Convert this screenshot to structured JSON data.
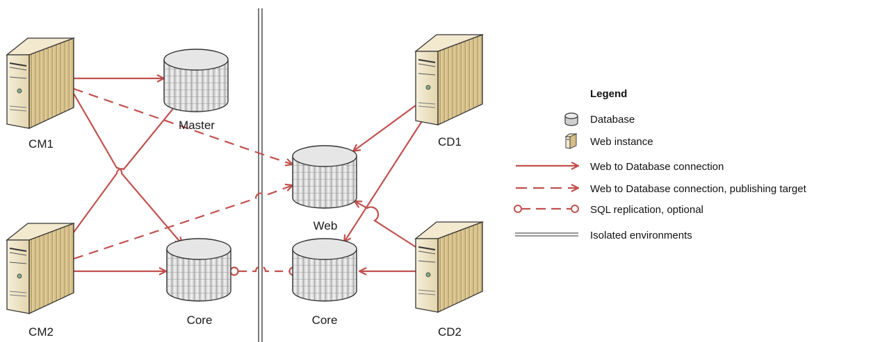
{
  "nodes": {
    "cm1": "CM1",
    "cm2": "CM2",
    "cd1": "CD1",
    "cd2": "CD2",
    "master": "Master",
    "core_left": "Core",
    "web": "Web",
    "core_right": "Core"
  },
  "legend": {
    "title": "Legend",
    "items": [
      {
        "icon": "database-icon",
        "label": "Database"
      },
      {
        "icon": "web-instance-icon",
        "label": "Web instance"
      },
      {
        "icon": "solid-arrow",
        "label": "Web to Database connection"
      },
      {
        "icon": "dashed-arrow",
        "label": "Web to Database connection, publishing target"
      },
      {
        "icon": "circle-dashed-line",
        "label": "SQL replication, optional"
      },
      {
        "icon": "double-line",
        "label": "Isolated environments"
      }
    ]
  },
  "colors": {
    "connection": "#c0504d",
    "server_body": "#eee3c5",
    "database_fill": "#dcdcdc"
  }
}
